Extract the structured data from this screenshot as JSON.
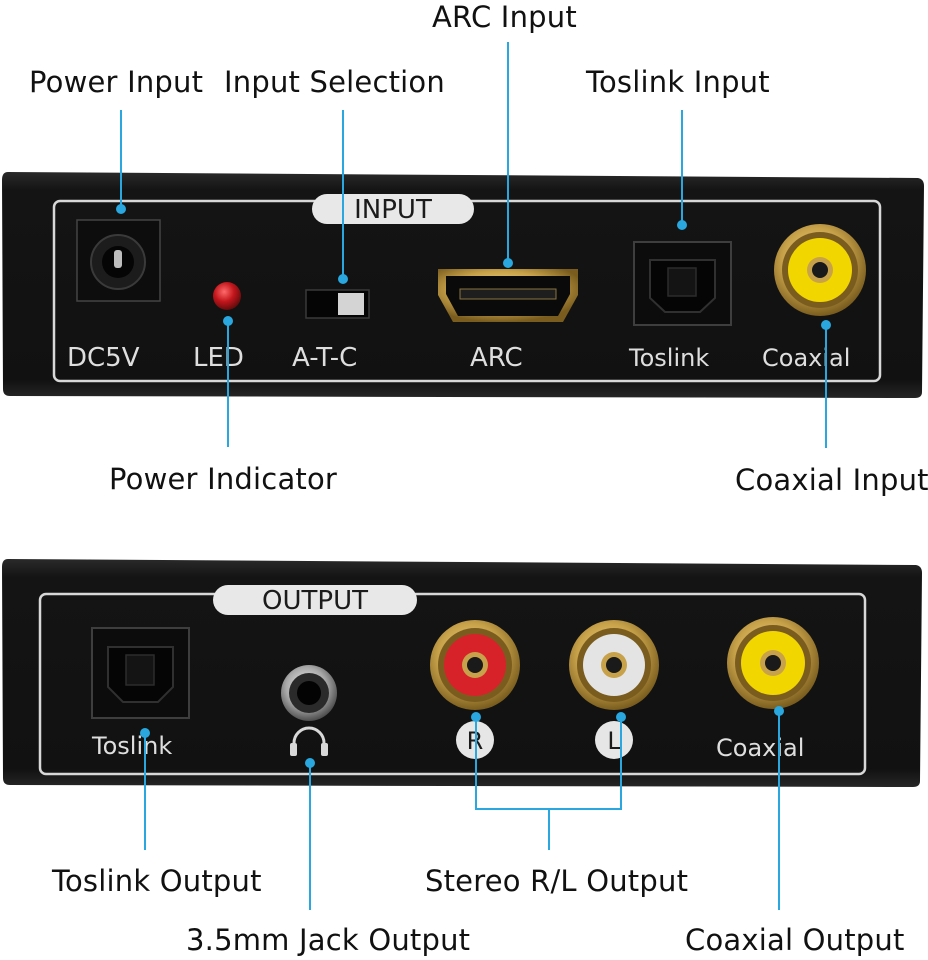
{
  "callouts": {
    "arc_input": "ARC Input",
    "power_input": "Power Input",
    "input_selection": "Input Selection",
    "toslink_input": "Toslink Input",
    "power_indicator": "Power Indicator",
    "coaxial_input": "Coaxial Input",
    "toslink_output": "Toslink Output",
    "stereo_output": "Stereo R/L Output",
    "jack_output": "3.5mm Jack Output",
    "coaxial_output": "Coaxial Output"
  },
  "input_panel": {
    "section_label": "INPUT",
    "dc_label": "DC5V",
    "led_label": "LED",
    "switch_label": "A-T-C",
    "arc_label": "ARC",
    "toslink_label": "Toslink",
    "coaxial_label": "Coaxial"
  },
  "output_panel": {
    "section_label": "OUTPUT",
    "toslink_label": "Toslink",
    "coaxial_label": "Coaxial",
    "r_label": "R",
    "l_label": "L"
  },
  "colors": {
    "leader_line": "#29a7de",
    "device_body": "#121212",
    "panel_outline": "#d8d8d8",
    "rca_red": "#d8222a",
    "rca_white": "#e4e4e4",
    "rca_yellow": "#f2d600",
    "led_red": "#c2161c",
    "gold": "#c8a24a"
  },
  "icons": {
    "headphone": "headphone-icon"
  }
}
